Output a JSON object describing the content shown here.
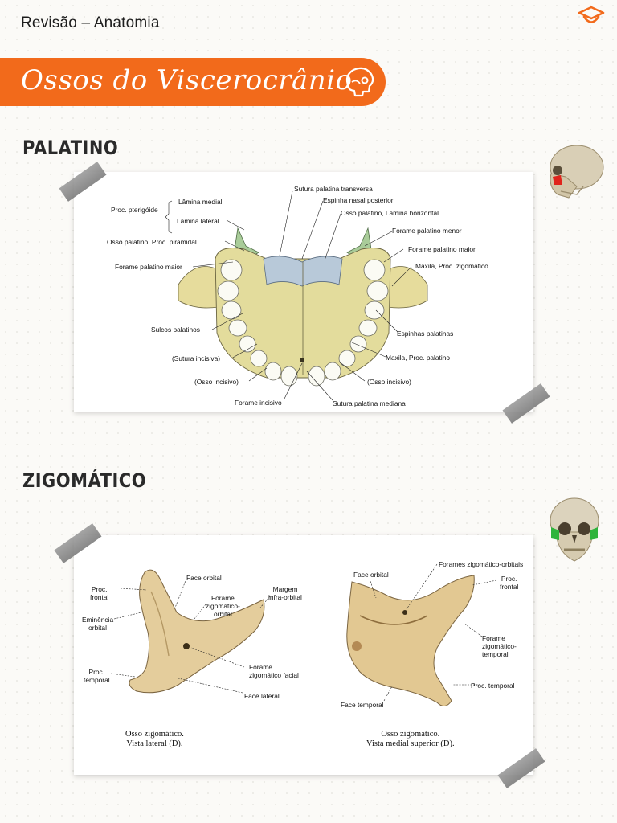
{
  "header": {
    "title": "Revisão – Anatomia",
    "logo_icon": "graduation-cap-icon"
  },
  "banner": {
    "title": "Ossos do Viscerocrânio",
    "icon": "skull-head-icon",
    "color": "#f26a1b"
  },
  "sections": {
    "palatino": {
      "title": "PALATINO",
      "labels": {
        "proc_pterigoide": "Proc. pterigóide",
        "lamina_medial": "Lâmina medial",
        "lamina_lateral": "Lâmina lateral",
        "osso_palatino_piramidal": "Osso palatino, Proc. piramidal",
        "forame_palatino_maior_l": "Forame palatino maior",
        "sulcos_palatinos": "Sulcos palatinos",
        "sutura_incisiva": "(Sutura incisiva)",
        "osso_incisivo_l": "(Osso incisivo)",
        "forame_incisivo": "Forame incisivo",
        "sutura_palatina_transversa": "Sutura palatina transversa",
        "espinha_nasal_posterior": "Espinha nasal posterior",
        "osso_palatino_horizontal": "Osso palatino, Lâmina horizontal",
        "forame_palatino_menor": "Forame palatino menor",
        "forame_palatino_maior_r": "Forame palatino maior",
        "maxila_zigomatico": "Maxila, Proc. zigomático",
        "espinhas_palatinas": "Espinhas palatinas",
        "maxila_palatino": "Maxila, Proc. palatino",
        "osso_incisivo_r": "(Osso incisivo)",
        "sutura_palatina_mediana": "Sutura palatina mediana"
      }
    },
    "zigomatico": {
      "title": "ZIGOMÁTICO",
      "left": {
        "proc_frontal": [
          "Proc.",
          "frontal"
        ],
        "face_orbital": "Face orbital",
        "margem_infra": [
          "Margem",
          "infra-orbital"
        ],
        "eminencia": [
          "Eminência",
          "orbital"
        ],
        "forame_zo": [
          "Forame",
          "zigomático-",
          "orbital"
        ],
        "proc_temporal": [
          "Proc.",
          "temporal"
        ],
        "forame_facial": [
          "Forame",
          "zigomático facial"
        ],
        "face_lateral": "Face lateral",
        "caption": [
          "Osso zigomático.",
          "Vista lateral (D)."
        ]
      },
      "right": {
        "face_orbital": "Face orbital",
        "forames_zo": "Forames zigomático-orbitais",
        "proc_frontal": [
          "Proc.",
          "frontal"
        ],
        "forame_zt": [
          "Forame",
          "zigomático-",
          "temporal"
        ],
        "proc_temporal": "Proc. temporal",
        "face_temporal": "Face temporal",
        "caption": [
          "Osso zigomático.",
          "Vista medial superior (D)."
        ]
      }
    }
  }
}
